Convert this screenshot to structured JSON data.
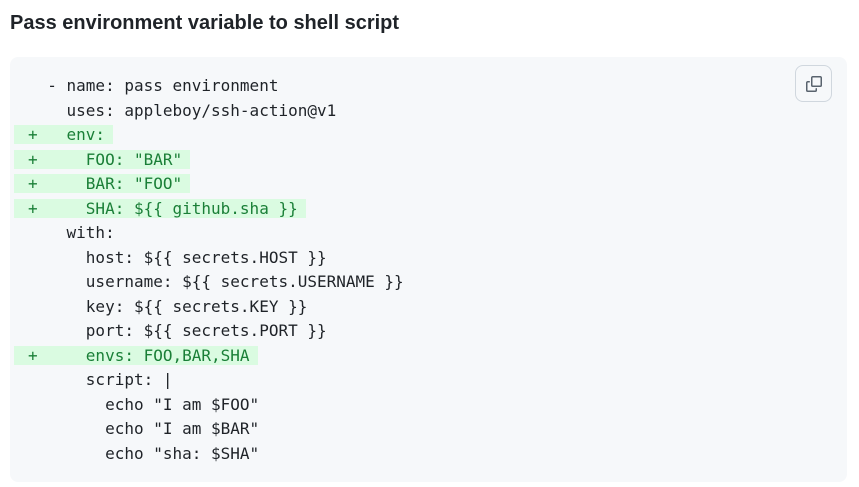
{
  "page": {
    "title": "Pass environment variable to shell script"
  },
  "code_block": {
    "language": "yaml-diff",
    "copy_button": {
      "icon": "copy-icon"
    },
    "lines": [
      {
        "type": "context",
        "text": "  - name: pass environment"
      },
      {
        "type": "context",
        "text": "    uses: appleboy/ssh-action@v1"
      },
      {
        "type": "addition",
        "text": "+   env:"
      },
      {
        "type": "addition",
        "text": "+     FOO: \"BAR\""
      },
      {
        "type": "addition",
        "text": "+     BAR: \"FOO\""
      },
      {
        "type": "addition",
        "text": "+     SHA: ${{ github.sha }}"
      },
      {
        "type": "context",
        "text": "    with:"
      },
      {
        "type": "context",
        "text": "      host: ${{ secrets.HOST }}"
      },
      {
        "type": "context",
        "text": "      username: ${{ secrets.USERNAME }}"
      },
      {
        "type": "context",
        "text": "      key: ${{ secrets.KEY }}"
      },
      {
        "type": "context",
        "text": "      port: ${{ secrets.PORT }}"
      },
      {
        "type": "addition",
        "text": "+     envs: FOO,BAR,SHA"
      },
      {
        "type": "context",
        "text": "      script: |"
      },
      {
        "type": "context",
        "text": "        echo \"I am $FOO\""
      },
      {
        "type": "context",
        "text": "        echo \"I am $BAR\""
      },
      {
        "type": "context",
        "text": "        echo \"sha: $SHA\""
      }
    ]
  },
  "colors": {
    "title_text": "#1f2328",
    "block_bg": "#f6f8fa",
    "code_text": "#1f2328",
    "addition_bg": "#dafbe1",
    "addition_text": "#1a7f37",
    "button_border": "#d0d7de",
    "button_icon": "#59636e"
  }
}
